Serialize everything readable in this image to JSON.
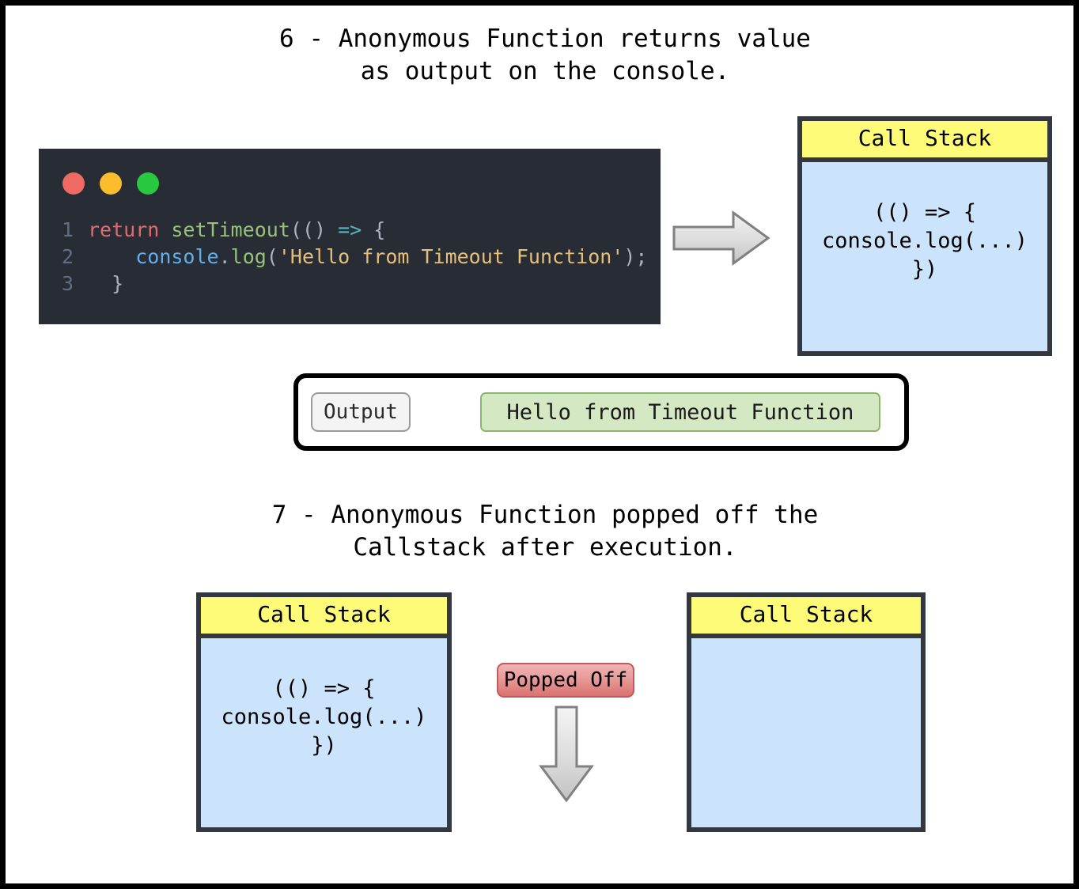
{
  "sections": {
    "six": {
      "title": "6 - Anonymous Function returns value\nas output on the console."
    },
    "seven": {
      "title": "7 - Anonymous Function popped off the\nCallstack after execution."
    }
  },
  "code_editor": {
    "dots": [
      "red-dot",
      "yellow-dot",
      "green-dot"
    ],
    "lines": [
      {
        "number": "1",
        "tokens": [
          {
            "text": "return ",
            "type": "keyword"
          },
          {
            "text": "setTimeout",
            "type": "function"
          },
          {
            "text": "(",
            "type": "punct"
          },
          {
            "text": "()",
            "type": "punct"
          },
          {
            "text": " => ",
            "type": "arrow"
          },
          {
            "text": "{",
            "type": "punct"
          }
        ]
      },
      {
        "number": "2",
        "tokens": [
          {
            "text": "    ",
            "type": "punct"
          },
          {
            "text": "console",
            "type": "object"
          },
          {
            "text": ".",
            "type": "punct"
          },
          {
            "text": "log",
            "type": "function"
          },
          {
            "text": "(",
            "type": "punct"
          },
          {
            "text": "'Hello from Timeout Function'",
            "type": "string"
          },
          {
            "text": ");",
            "type": "punct"
          }
        ]
      },
      {
        "number": "3",
        "tokens": [
          {
            "text": "  }",
            "type": "punct"
          }
        ]
      }
    ]
  },
  "call_stacks": {
    "top": {
      "header": "Call Stack",
      "frame": "(() => {\nconsole.log(...)\n})"
    },
    "before_pop": {
      "header": "Call Stack",
      "frame": "(() => {\nconsole.log(...)\n})"
    },
    "after_pop": {
      "header": "Call Stack",
      "frame": ""
    }
  },
  "output_bar": {
    "label": "Output",
    "value": "Hello from Timeout Function"
  },
  "popped_off": {
    "label": "Popped Off"
  },
  "colors": {
    "editor_background": "#282c34",
    "callstack_header": "#fdfb77",
    "callstack_body": "#cbe4fb",
    "callstack_border": "#33373f",
    "output_value_background": "#d5e8c4",
    "output_value_border": "#8ab86a",
    "popped_off_background": "#e79a9a",
    "popped_off_border": "#c2595b",
    "arrow_fill": "#d0d0d0",
    "arrow_stroke": "#808080",
    "page_border": "#000000"
  }
}
